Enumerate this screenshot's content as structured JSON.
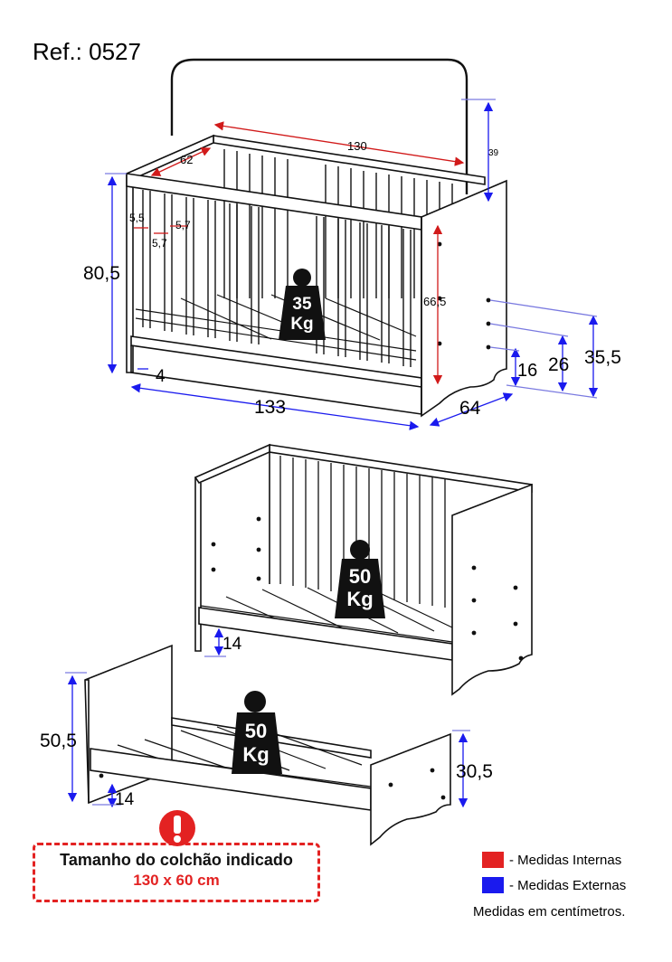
{
  "header": {
    "reference": "Ref.: 0527"
  },
  "crib": {
    "capacity": {
      "value": "35",
      "unit": "Kg"
    },
    "dims": {
      "headboard_height": "39",
      "inner_length": "130",
      "inner_width": "62",
      "slat_gap_a": "5,5",
      "slat_gap_b": "5,7",
      "slat_gap_c": "5,7",
      "total_height": "80,5",
      "inner_height": "66,5",
      "base_clearance": "4",
      "outer_length": "133",
      "outer_width": "64",
      "level_low": "16",
      "level_mid": "26",
      "level_high": "35,5"
    }
  },
  "sofa": {
    "capacity": {
      "value": "50",
      "unit": "Kg"
    },
    "dims": {
      "base_clearance": "14"
    }
  },
  "bed": {
    "capacity": {
      "value": "50",
      "unit": "Kg"
    },
    "dims": {
      "headboard_height": "50,5",
      "base_clearance": "14",
      "footboard_height": "30,5"
    }
  },
  "notice": {
    "title": "Tamanho do colchão indicado",
    "size": "130 x 60 cm",
    "icon": "exclamation-icon",
    "color": "#e32222"
  },
  "legend": {
    "internal": {
      "label": "- Medidas Internas",
      "color": "#e32222"
    },
    "external": {
      "label": "- Medidas Externas",
      "color": "#1a1aee"
    },
    "units_note": "Medidas em centímetros."
  }
}
